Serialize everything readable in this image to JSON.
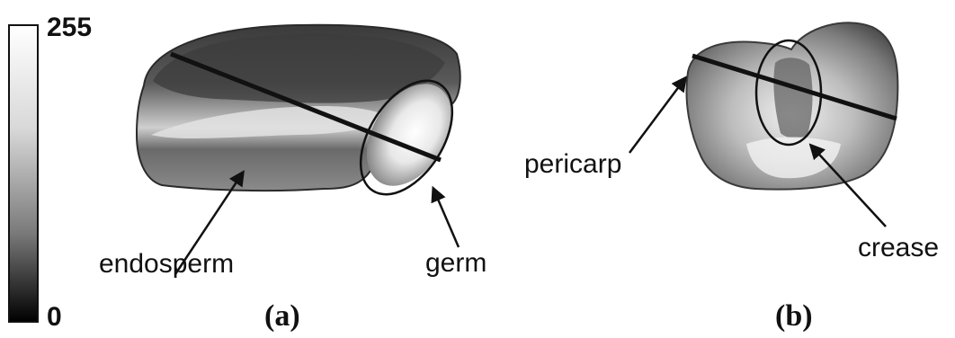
{
  "colorbar": {
    "max_label": "255",
    "min_label": "0",
    "gradient_top": "#ffffff",
    "gradient_bottom": "#000000"
  },
  "panel_a": {
    "caption": "(a)",
    "labels": {
      "endosperm": "endosperm",
      "germ": "germ"
    }
  },
  "panel_b": {
    "caption": "(b)",
    "labels": {
      "pericarp": "pericarp",
      "crease": "crease"
    }
  },
  "colors": {
    "ink": "#111111",
    "grain_dark": "#2a2a2a",
    "grain_mid": "#8a8a8a",
    "grain_light": "#e6e6e6"
  }
}
